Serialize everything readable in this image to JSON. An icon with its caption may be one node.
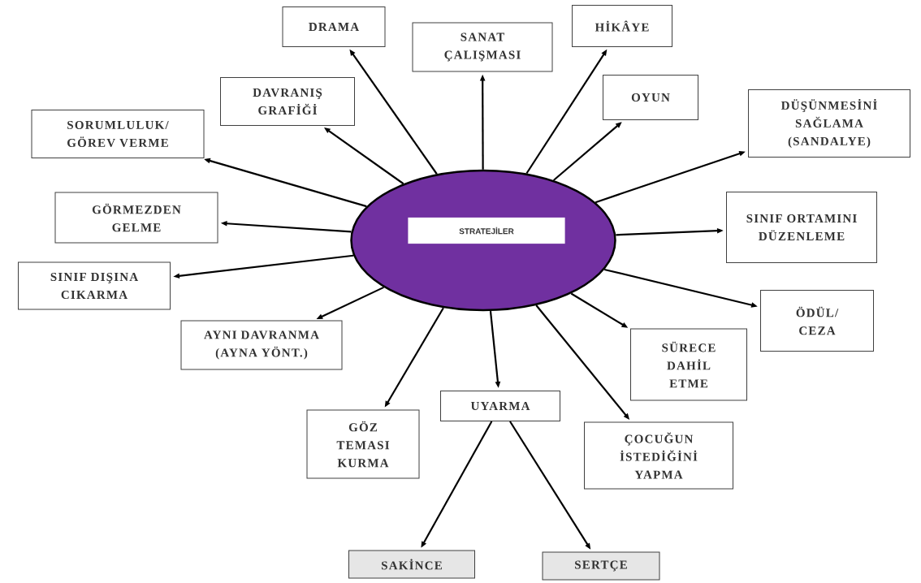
{
  "diagram": {
    "nodes": [
      {
        "text": [],
        "shape": "ellipse"
      },
      {
        "text": [
          "STRATEJİLER"
        ],
        "in": 0
      },
      {
        "text": [
          "DRAMA"
        ]
      },
      {
        "text": [
          "SANAT ÇALIŞMASI"
        ]
      },
      {
        "text": [
          "HİKÂYE"
        ]
      },
      {
        "text": [
          "DAVRANIŞ GRAFİĞİ"
        ]
      },
      {
        "text": [
          "OYUN"
        ]
      },
      {
        "text": [
          "SORUMLULUK/ GÖREV VERME"
        ]
      },
      {
        "text": [
          "DÜŞÜNMESİNİ SAĞLAMA (SANDALYE)"
        ]
      },
      {
        "text": [
          "GÖRMEZDEN GELME"
        ]
      },
      {
        "text": [
          "SINIF ORTAMINI DÜZENLEME"
        ]
      },
      {
        "text": [
          "SINIF DIŞINA CIKARMA"
        ]
      },
      {
        "text": [
          "ÖDÜL/ CEZA"
        ]
      },
      {
        "text": [
          "AYNI DAVRANMA (AYNA YÖNT.)"
        ]
      },
      {
        "text": [
          "SÜRECE DAHİL ETME"
        ]
      },
      {
        "text": [
          "UYARMA"
        ]
      },
      {
        "text": [
          "GÖZ TEMASI KURMA"
        ]
      },
      {
        "text": [
          "ÇOCUĞUN İSTEDİĞİNİ YAPMA"
        ]
      },
      {
        "text": [
          "SAKİNCE"
        ]
      },
      {
        "text": [
          "SERTÇE"
        ]
      }
    ],
    "edges": [
      {
        "from": 0,
        "to": 2,
        "arrow": "to"
      },
      {
        "from": 0,
        "to": 3,
        "arrow": "to"
      },
      {
        "from": 0,
        "to": 4,
        "arrow": "to"
      },
      {
        "from": 0,
        "to": 5,
        "arrow": "to"
      },
      {
        "from": 0,
        "to": 6,
        "arrow": "to"
      },
      {
        "from": 0,
        "to": 7,
        "arrow": "to"
      },
      {
        "from": 0,
        "to": 8,
        "arrow": "to"
      },
      {
        "from": 0,
        "to": 9,
        "arrow": "to"
      },
      {
        "from": 0,
        "to": 10,
        "arrow": "to"
      },
      {
        "from": 0,
        "to": 11,
        "arrow": "to"
      },
      {
        "from": 0,
        "to": 12,
        "arrow": "to"
      },
      {
        "from": 0,
        "to": 13,
        "arrow": "to"
      },
      {
        "from": 0,
        "to": 14,
        "arrow": "to"
      },
      {
        "from": 0,
        "to": 15,
        "arrow": "to"
      },
      {
        "from": 0,
        "to": 16,
        "arrow": "to"
      },
      {
        "from": 0,
        "to": 17,
        "arrow": "to"
      },
      {
        "from": 15,
        "to": 18,
        "arrow": "to"
      },
      {
        "from": 15,
        "to": 19,
        "arrow": "to"
      }
    ]
  }
}
